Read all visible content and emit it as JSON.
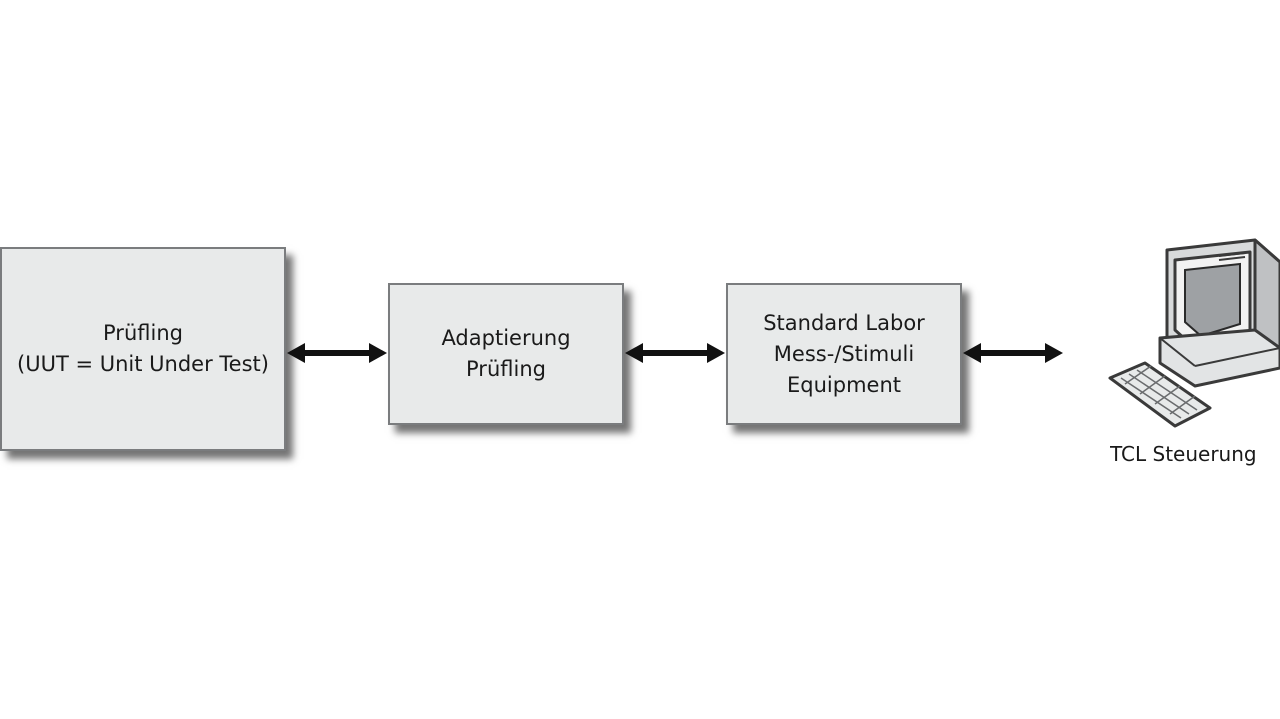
{
  "blocks": {
    "uut": {
      "line1": "Prüfling",
      "line2": "(UUT = Unit Under Test)"
    },
    "adapter": {
      "line1": "Adaptierung",
      "line2": "Prüfling"
    },
    "equipment": {
      "line1": "Standard Labor",
      "line2": "Mess-/Stimuli",
      "line3": "Equipment"
    }
  },
  "controller": {
    "label": "TCL Steuerung",
    "icon": "desktop-computer-icon"
  },
  "colors": {
    "box_fill": "#e8eaea",
    "box_border": "#7a7c7e",
    "arrow": "#111111"
  }
}
